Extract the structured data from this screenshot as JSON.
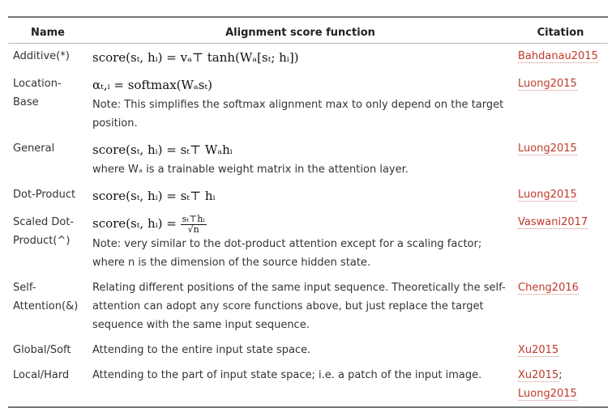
{
  "table": {
    "headers": {
      "name": "Name",
      "function": "Alignment score function",
      "citation": "Citation"
    },
    "rows": [
      {
        "name": "Additive(*)",
        "formula": "score(sₜ, hᵢ) = vₐ⊤ tanh(Wₐ[sₜ; hᵢ])",
        "note": "",
        "citations": [
          "Bahdanau2015"
        ]
      },
      {
        "name": "Location-Base",
        "formula": "αₜ,ᵢ = softmax(Wₐsₜ)",
        "note": "Note: This simplifies the softmax alignment max to only depend on the target position.",
        "citations": [
          "Luong2015"
        ]
      },
      {
        "name": "General",
        "formula": "score(sₜ, hᵢ) = sₜ⊤ Wₐhᵢ",
        "note": "where Wₐ is a trainable weight matrix in the attention layer.",
        "citations": [
          "Luong2015"
        ]
      },
      {
        "name": "Dot-Product",
        "formula": "score(sₜ, hᵢ) = sₜ⊤ hᵢ",
        "note": "",
        "citations": [
          "Luong2015"
        ]
      },
      {
        "name": "Scaled Dot-Product(^)",
        "formula": "score(sₜ, hᵢ) =",
        "fraction": {
          "num": "sₜ⊤hᵢ",
          "den": "√n"
        },
        "note": "Note: very similar to the dot-product attention except for a scaling factor; where n is the dimension of the source hidden state.",
        "citations": [
          "Vaswani2017"
        ]
      },
      {
        "name": "Self-Attention(&)",
        "formula": "",
        "note": "Relating different positions of the same input sequence. Theoretically the self-attention can adopt any score functions above, but just replace the target sequence with the same input sequence.",
        "citations": [
          "Cheng2016"
        ]
      },
      {
        "name": "Global/Soft",
        "formula": "",
        "note": "Attending to the entire input state space.",
        "citations": [
          "Xu2015"
        ]
      },
      {
        "name": "Local/Hard",
        "formula": "",
        "note": "Attending to the part of input state space; i.e. a patch of the input image.",
        "citations": [
          "Xu2015",
          "Luong2015"
        ],
        "citation_separator": ";"
      }
    ]
  }
}
